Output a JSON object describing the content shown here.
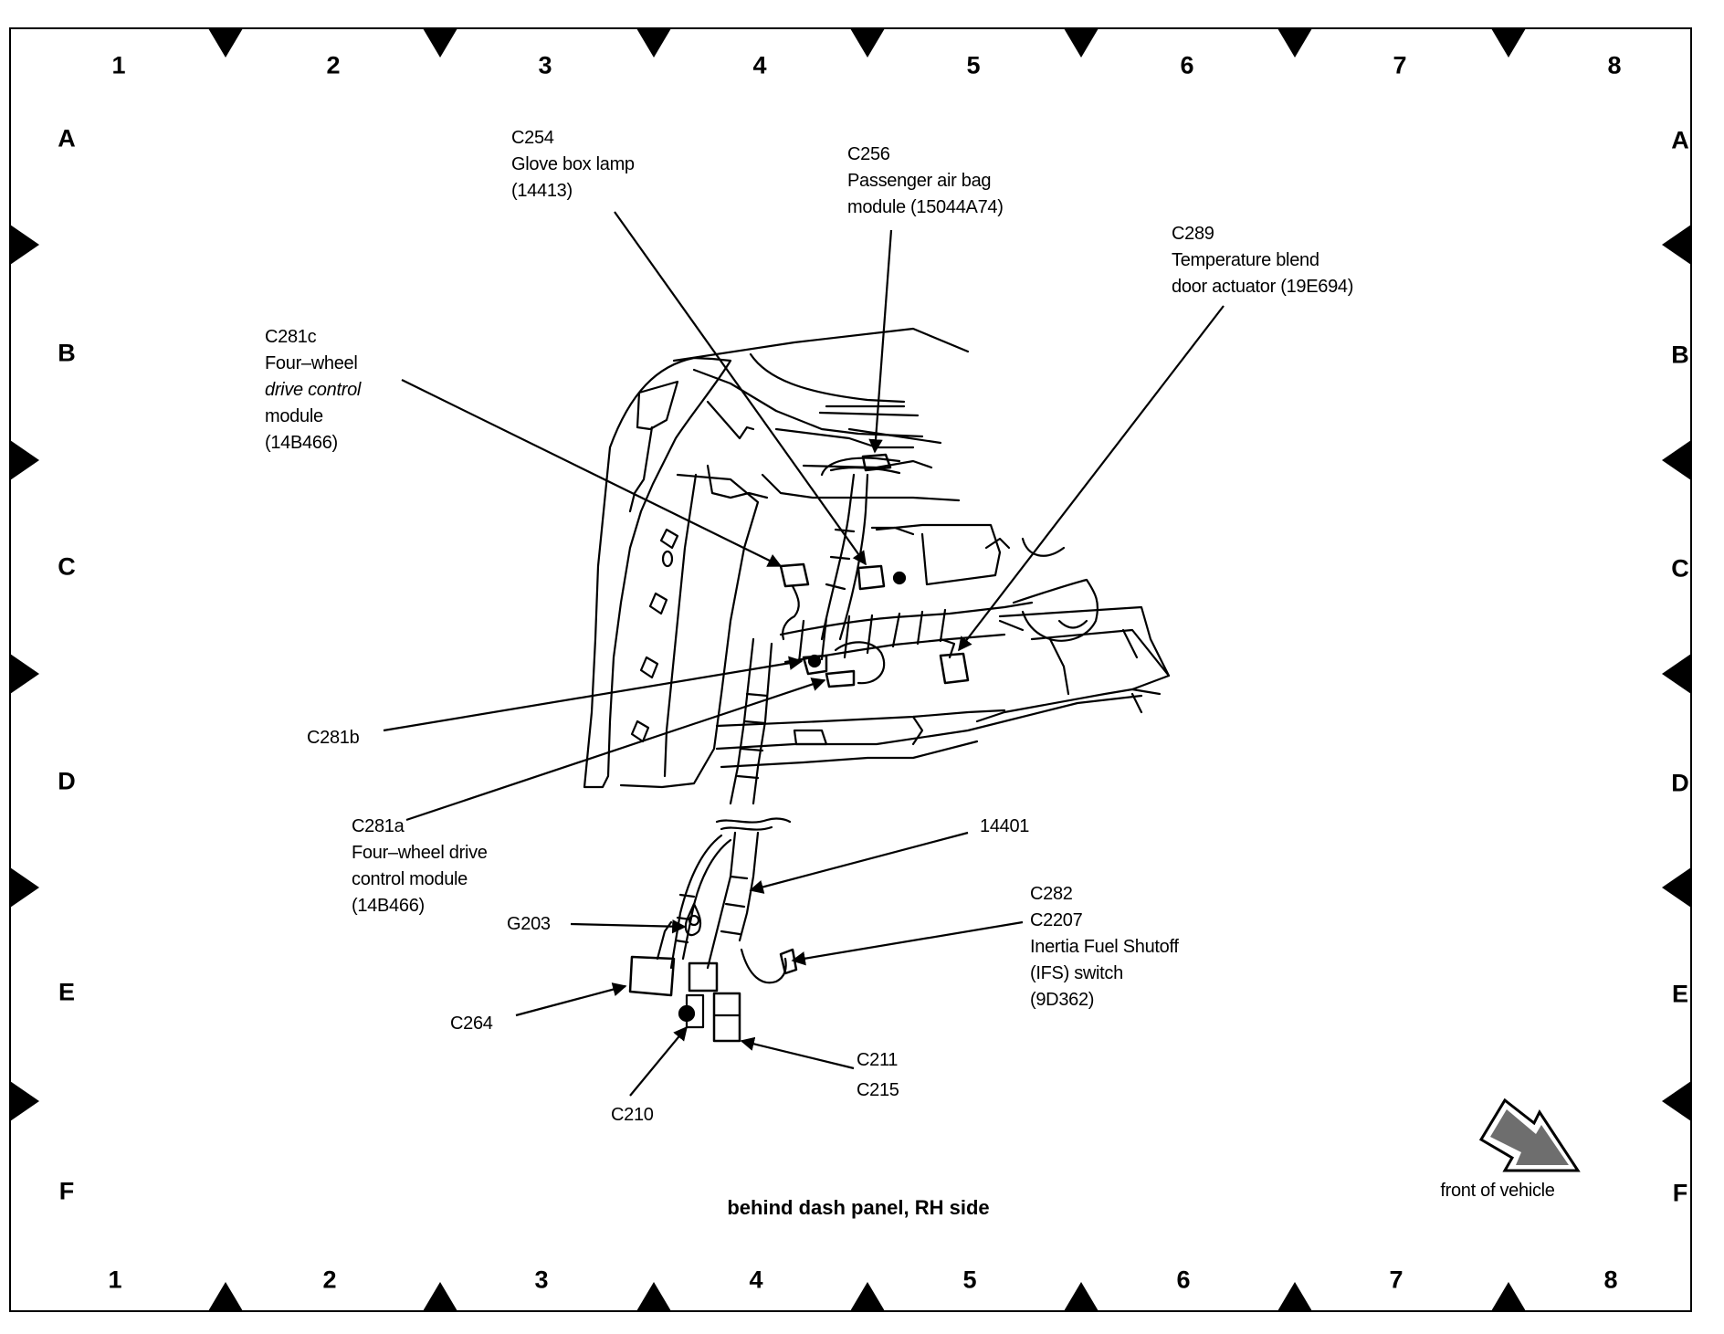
{
  "diagram": {
    "title": "behind dash panel, RH side",
    "orientation_label": "front of vehicle",
    "orientation_icon": "front-of-vehicle-arrow-icon",
    "colors": {
      "ink": "#000000",
      "paper": "#ffffff",
      "arrow_fill": "#6e6e6e"
    }
  },
  "grid": {
    "columns": [
      "1",
      "2",
      "3",
      "4",
      "5",
      "6",
      "7",
      "8"
    ],
    "rows": [
      "A",
      "B",
      "C",
      "D",
      "E",
      "F"
    ]
  },
  "callouts": [
    {
      "id": "c254",
      "lines": [
        "C254",
        "Glove box lamp",
        "(14413)"
      ]
    },
    {
      "id": "c256",
      "lines": [
        "C256",
        "Passenger air bag",
        "module (15044A74)"
      ]
    },
    {
      "id": "c289",
      "lines": [
        "C289",
        "Temperature blend",
        "door actuator (19E694)"
      ]
    },
    {
      "id": "c281c",
      "lines": [
        "C281c",
        "Four–wheel",
        "drive control",
        "module",
        "(14B466)"
      ]
    },
    {
      "id": "c281b",
      "lines": [
        "C281b"
      ]
    },
    {
      "id": "c281a",
      "lines": [
        "C281a",
        "Four–wheel drive",
        "control module",
        "(14B466)"
      ]
    },
    {
      "id": "h14401",
      "lines": [
        "14401"
      ]
    },
    {
      "id": "c282",
      "lines": [
        "C282",
        "C2207",
        "Inertia Fuel Shutoff",
        "(IFS) switch",
        "(9D362)"
      ]
    },
    {
      "id": "g203",
      "lines": [
        "G203"
      ]
    },
    {
      "id": "c264",
      "lines": [
        "C264"
      ]
    },
    {
      "id": "c211",
      "lines": [
        "C211",
        "C215"
      ]
    },
    {
      "id": "c210",
      "lines": [
        "C210"
      ]
    }
  ]
}
